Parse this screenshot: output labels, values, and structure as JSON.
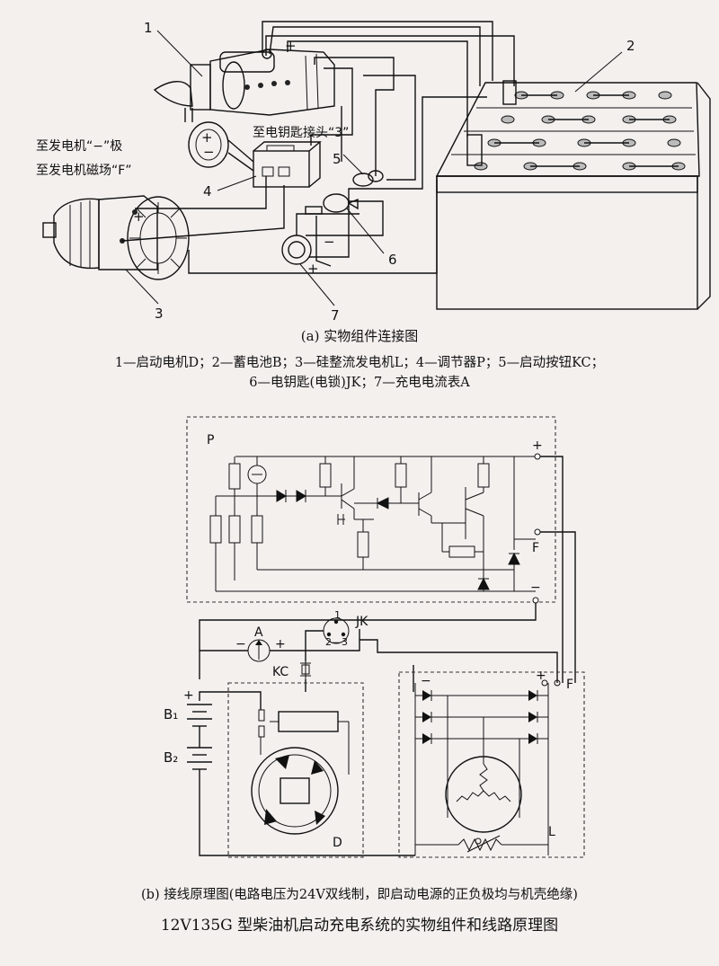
{
  "part_a": {
    "callouts": [
      "1",
      "2",
      "3",
      "4",
      "5",
      "6",
      "7"
    ],
    "plus_sign": "+",
    "minus_sign": "−",
    "annotations": {
      "key_terminal": "至电钥匙接头“3”",
      "gen_negative": "至发电机“−”极",
      "gen_field": "至发电机磁场“F”"
    },
    "caption": "(a) 实物组件连接图",
    "legend_line1": "1—启动电机D；2—蓄电池B；3—硅整流发电机L；4—调节器P；5—启动按钮KC；",
    "legend_line2": "6—电钥匙(电锁)JK；7—充电电流表A"
  },
  "part_b": {
    "labels": {
      "regulator": "P",
      "field": "F",
      "field2": "F",
      "plus": "+",
      "minus": "−",
      "key": "JK",
      "key_pin1": "1",
      "key_pin23": "2—3",
      "ammeter": "A",
      "amm_minus": "−",
      "amm_plus": "+",
      "button": "KC",
      "battery1": "B₁",
      "battery2": "B₂",
      "bat_plus": "+",
      "starter": "D",
      "generator": "L",
      "gen_minus": "−",
      "gen_plus": "+"
    },
    "caption": "(b) 接线原理图(电路电压为24V双线制，即启动电源的正负极均与机壳绝缘)"
  },
  "figure_title": "12V135G 型柴油机启动充电系统的实物组件和线路原理图"
}
